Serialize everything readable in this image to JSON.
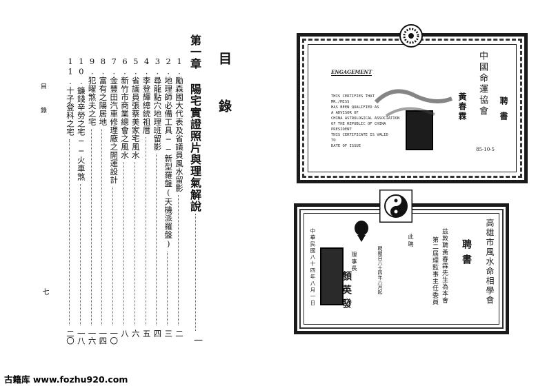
{
  "toc": {
    "title": "目 錄",
    "chapter": {
      "title": "第一章 陽宅實證照片與理氣解說",
      "page": "一"
    },
    "entries": [
      {
        "label": "1.勵森國大代表及省議員風水留影",
        "page": "二"
      },
      {
        "label": "2.地理師必備工具──新型羅盤(天機派羅盤)",
        "page": "三"
      },
      {
        "label": "3.尋龍點穴地理班留影",
        "page": "四"
      },
      {
        "label": "4.李登輝總統祖厝",
        "page": "五"
      },
      {
        "label": "5.省議員張蔡美家宅風水",
        "page": "六"
      },
      {
        "label": "6.新竹市商業總會之風水",
        "page": "八"
      },
      {
        "label": "7.金豐田汽車修理廠之開運設計",
        "page": "一〇"
      },
      {
        "label": "8.富有之陽居地",
        "page": "一四"
      },
      {
        "label": "9.犯曜煞夫之宅",
        "page": "一六"
      },
      {
        "label": "10.鐮錢辛勞之宅──火車煞",
        "page": "一八"
      },
      {
        "label": "11.十子登科之宅",
        "page": "二〇"
      }
    ],
    "side_label": "目 錄",
    "folio": "七"
  },
  "certificate_top": {
    "seal_label": "中國命運協會",
    "heading": "聘書",
    "engagement_text": "ENGAGEMENT",
    "english_lines": [
      "THIS CERTIFIES THAT",
      "MR./MISS",
      "HAS BEEN QUALIFIED AS",
      "A ADVISOR OF",
      "CHINA ASTROLOGICAL ASSOCIATION",
      "OF THE REPUBLIC OF CHINA",
      "PRESIDENT",
      "THIS CERTIFICATE IS VALID",
      "TO",
      "DATE OF ISSUE"
    ],
    "name": "黃春霖",
    "date": "85-10-5"
  },
  "certificate_bottom": {
    "org_name": "高雄市風水命相學會",
    "heading": "聘書",
    "body_line_1": "茲敦聘黃春霖先生為本會",
    "body_line_2": "第二屆理監事主任委員",
    "body_line_3": "此聘",
    "chairman_label": "理事長",
    "chairman_name": "顏英發",
    "date_line": "中華民國八十四年八月一日",
    "term_note": "聘期自八十四年八月起"
  },
  "site_watermark": "古籍库 www.fozhu920.com",
  "colors": {
    "ink": "#111111",
    "stamp": "#1c1c1c",
    "paper": "#ffffff"
  }
}
